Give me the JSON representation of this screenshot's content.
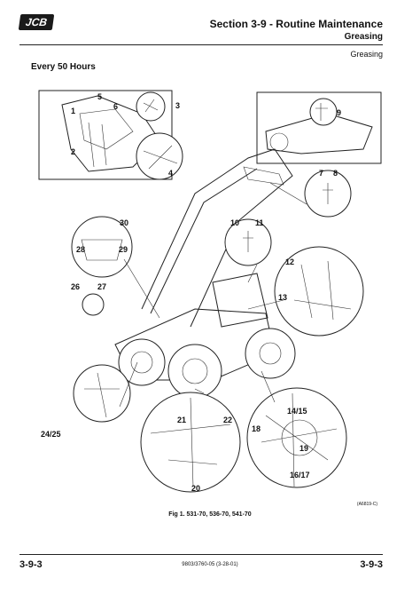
{
  "header": {
    "logo_text": "JCB",
    "section_title": "Section 3-9 - Routine Maintenance",
    "section_subtitle": "Greasing",
    "page_subtitle": "Greasing"
  },
  "content": {
    "heading": "Every 50 Hours",
    "figure_caption": "Fig 1. 531-70, 536-70, 541-70",
    "figure_code": "(A6819-C)",
    "callouts": [
      "1",
      "2",
      "3",
      "4",
      "5",
      "6",
      "7",
      "8",
      "9",
      "10",
      "11",
      "12",
      "13",
      "14/15",
      "16/17",
      "18",
      "19",
      "20",
      "21",
      "22",
      "24/25",
      "26",
      "27",
      "28",
      "29",
      "30"
    ]
  },
  "footer": {
    "page_left": "3-9-3",
    "doc_ref": "9803/3760-05 (3-28-01)",
    "page_right": "3-9-3"
  }
}
